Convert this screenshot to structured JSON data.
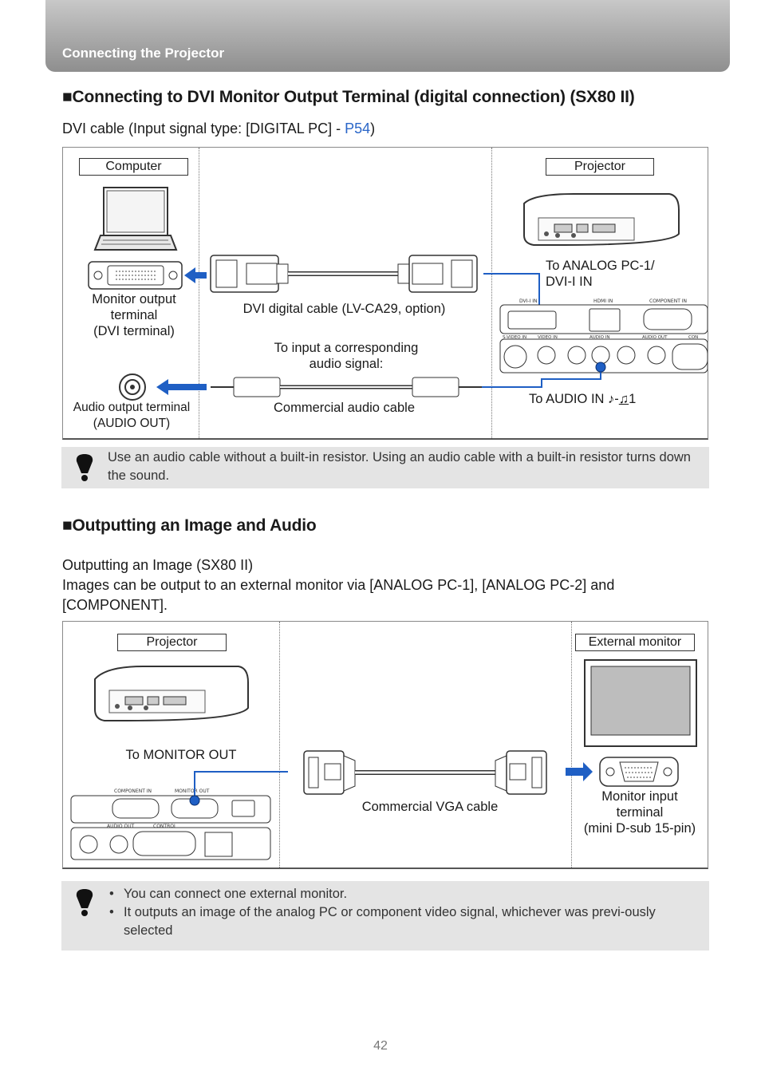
{
  "header": {
    "section_title": "Connecting the Projector"
  },
  "dvi_section": {
    "heading": "■Connecting to DVI Monitor Output Terminal (digital connection) (SX80 II)",
    "intro_prefix": "DVI cable (Input signal type: [DIGITAL PC] - ",
    "intro_link": "P54",
    "intro_suffix": ")",
    "diagram": {
      "computer_tag": "Computer",
      "projector_tag": "Projector",
      "monitor_output_terminal": [
        "Monitor output",
        "terminal",
        "(DVI terminal)"
      ],
      "dvi_cable": "DVI digital cable (LV-CA29, option)",
      "to_analog_pc": [
        "To ANALOG PC-1/",
        "DVI-I IN"
      ],
      "audio_hint": [
        "To input a corresponding",
        "audio signal:"
      ],
      "audio_output_terminal": [
        "Audio output terminal",
        "(AUDIO OUT)"
      ],
      "audio_cable": "Commercial audio cable",
      "to_audio_in": "To AUDIO IN ♪-",
      "to_audio_in_suffix": "1",
      "port_labels": [
        "DVI-I IN",
        "HDMI IN",
        "COMPONENT IN",
        "S-VIDEO IN",
        "VIDEO IN",
        "AUDIO IN",
        "AUDIO OUT",
        "CON"
      ]
    },
    "note": "Use an audio cable without a built-in resistor. Using an audio cable with a built-in resistor turns down the sound."
  },
  "output_section": {
    "heading": "■Outputting an Image and Audio",
    "subheading": "Outputting an Image (SX80 II)",
    "body": [
      "Images can be output to an external monitor via [ANALOG PC-1], [ANALOG PC-2] and",
      "[COMPONENT]."
    ],
    "diagram": {
      "projector_tag": "Projector",
      "external_monitor_tag": "External monitor",
      "to_monitor_out": "To MONITOR OUT",
      "vga_cable": "Commercial VGA cable",
      "monitor_input_terminal": [
        "Monitor input",
        "terminal",
        "(mini D-sub 15-pin)"
      ],
      "port_labels": [
        "COMPONENT IN",
        "MONITOR OUT",
        "AUDIO OUT",
        "CONTROL"
      ]
    },
    "notes": [
      "You can connect one external monitor.",
      "It outputs an image of the analog PC or component video signal, whichever was previ-ously selected"
    ]
  },
  "page_number": "42",
  "colors": {
    "accent_blue": "#1f5fc4",
    "header_gray": "#a5a5a5",
    "note_bg": "#e4e4e4"
  }
}
